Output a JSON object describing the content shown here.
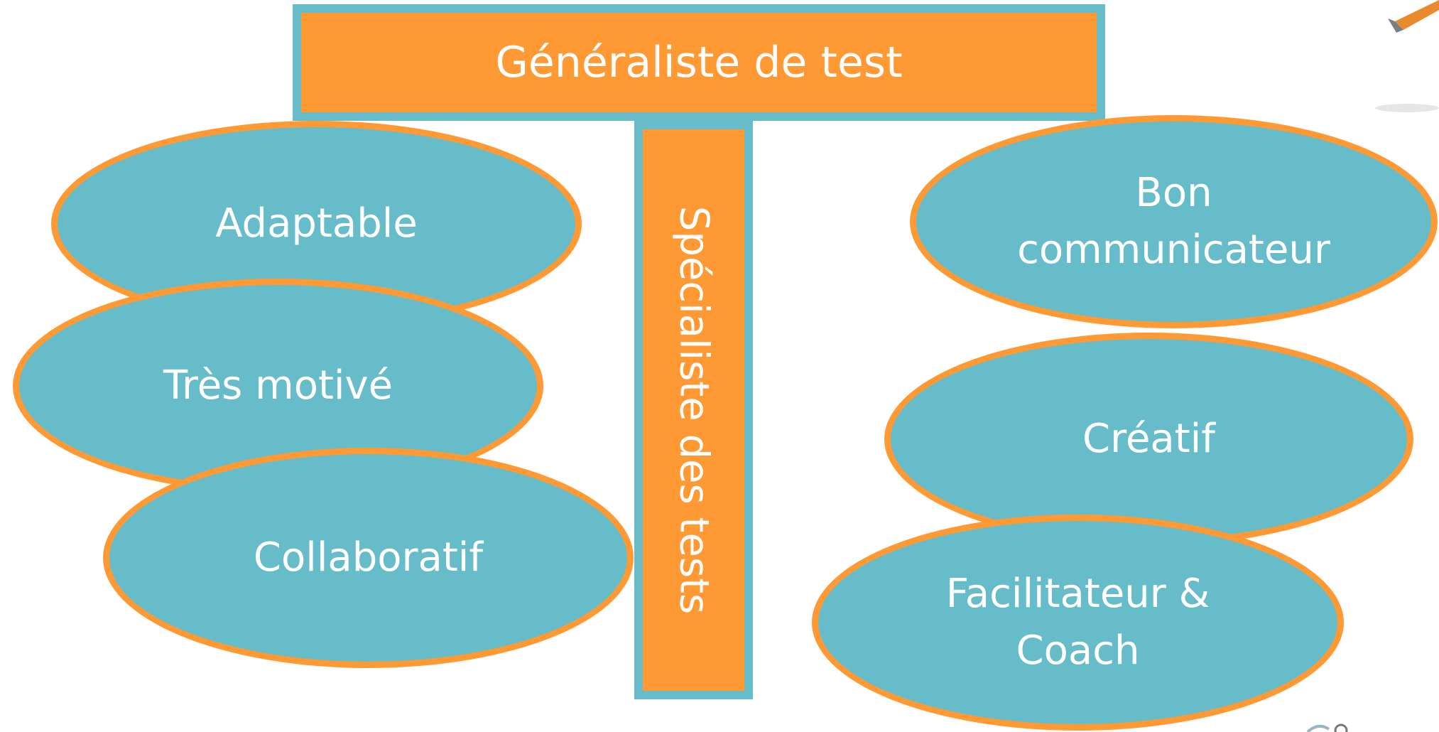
{
  "header": {
    "title": "Généraliste de test"
  },
  "spine": {
    "label": "Spécialiste des tests"
  },
  "left_traits": [
    {
      "label": "Adaptable"
    },
    {
      "label": "Très motivé"
    },
    {
      "label": "Collaboratif"
    }
  ],
  "right_traits": [
    {
      "label": "Bon communicateur"
    },
    {
      "label": "Créatif"
    },
    {
      "label": "Facilitateur & Coach"
    }
  ],
  "colors": {
    "bar_fill": "#FF9933",
    "bar_border": "#67BCCA",
    "oval_fill": "#67BCCA",
    "oval_border": "#FF9933",
    "text": "#FFFFFF"
  }
}
